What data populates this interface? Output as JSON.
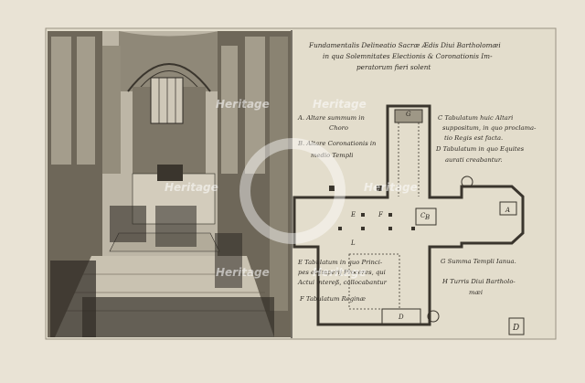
{
  "print": {
    "title_lines": [
      "Fundamentalis Delineatio Sacræ Ædis Diui Bartholomæi",
      "in qua Solemnitates Electionis & Coronationis Im-",
      "peratorum fieri solent"
    ],
    "legend_left": [
      "A. Altare summum in",
      "Choro",
      "B. Altare Coronationis in",
      "medio Templi",
      "E Tabulatum in quo Princi-",
      "pes et Imperij Proceres, qui",
      "Actui intereß, collocabantur",
      "F Tabulatum Reginæ"
    ],
    "legend_right": [
      "C Tabulatum huic Altari",
      "suppositum, in quo proclama-",
      "tio Regis est facta.",
      "D Tabulatum in quo Equites",
      "aurati creabantur.",
      "G Summa Templi Ianua.",
      "H Turris Diui Bartholo-",
      "mæi"
    ],
    "plan_letters": {
      "a": "A",
      "b": "B",
      "c": "C",
      "d": "D",
      "e": "E",
      "f": "F",
      "g": "G",
      "l": "L"
    },
    "plate_mark": "D",
    "watermark": "Heritage",
    "colors": {
      "paper": "#e9e3d5",
      "plate": "#e2dccb",
      "ink": "#2e2a24"
    }
  }
}
